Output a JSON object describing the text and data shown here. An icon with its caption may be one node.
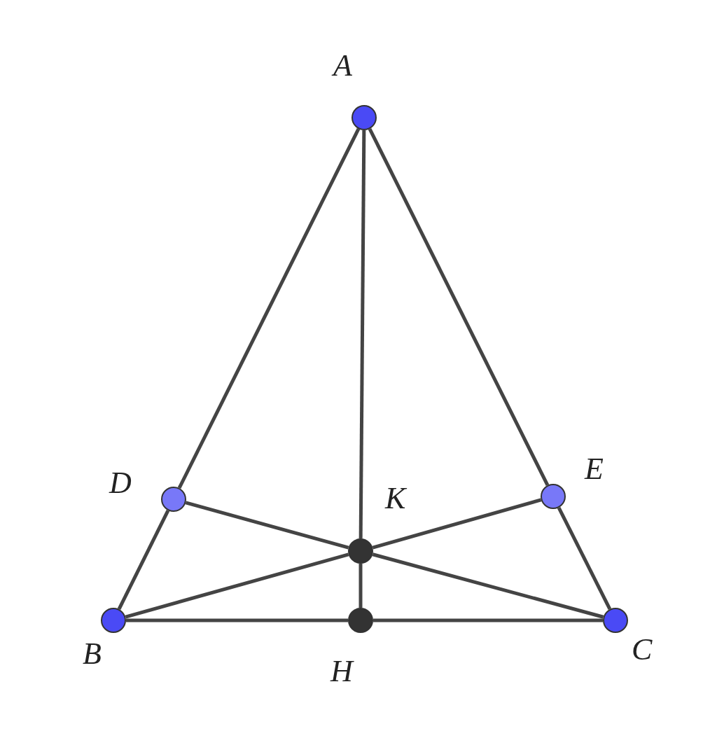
{
  "diagram": {
    "nodes": [
      {
        "text": [],
        "shape": "circle",
        "beside": [
          "A"
        ]
      },
      {
        "text": [],
        "shape": "circle",
        "beside": [
          "B"
        ]
      },
      {
        "text": [],
        "shape": "circle",
        "beside": [
          "C"
        ]
      },
      {
        "text": [],
        "shape": "circle",
        "beside": [
          "D"
        ]
      },
      {
        "text": [],
        "shape": "circle",
        "beside": [
          "E"
        ]
      },
      {
        "text": [],
        "shape": "circle",
        "beside": [
          "K"
        ]
      },
      {
        "text": [],
        "shape": "circle",
        "beside": [
          "H"
        ]
      }
    ],
    "edges": [
      {
        "from": 0,
        "to": 3,
        "arrow": "none"
      },
      {
        "from": 3,
        "to": 1,
        "arrow": "none"
      },
      {
        "from": 0,
        "to": 4,
        "arrow": "none"
      },
      {
        "from": 4,
        "to": 2,
        "arrow": "none"
      },
      {
        "from": 1,
        "to": 6,
        "arrow": "none"
      },
      {
        "from": 6,
        "to": 2,
        "arrow": "none"
      },
      {
        "from": 0,
        "to": 5,
        "arrow": "none"
      },
      {
        "from": 5,
        "to": 6,
        "arrow": "none"
      },
      {
        "from": 3,
        "to": 5,
        "arrow": "none"
      },
      {
        "from": 5,
        "to": 2,
        "arrow": "none"
      },
      {
        "from": 1,
        "to": 5,
        "arrow": "none"
      },
      {
        "from": 5,
        "to": 4,
        "arrow": "none"
      }
    ]
  }
}
